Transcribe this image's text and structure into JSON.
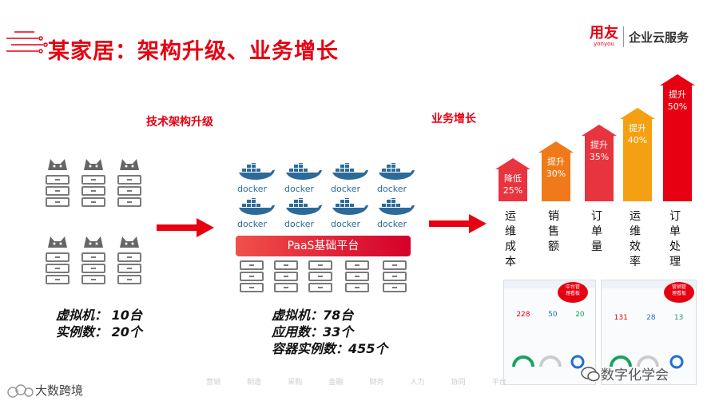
{
  "title": "某家居：架构升级、业务增长",
  "brand": {
    "name": "用友",
    "sub": "yonyou",
    "service": "企业云服务"
  },
  "sections": {
    "tech": "技术架构升级",
    "business": "业务增长"
  },
  "left_stats": [
    "虚拟机：  10台",
    "实例数：  20个"
  ],
  "mid_stats": [
    "虚拟机：78台",
    "应用数：33个",
    "容器实例数：455个"
  ],
  "docker_label": "docker",
  "paas_label": "PaaS基础平台",
  "growth": [
    {
      "badge": [
        "降低",
        "25%"
      ],
      "label": "运维成本",
      "pct": 25,
      "color": "#e8343e"
    },
    {
      "badge": [
        "提升",
        "30%"
      ],
      "label": "销售额",
      "pct": 30,
      "color": "#f07a1a"
    },
    {
      "badge": [
        "提升",
        "35%"
      ],
      "label": "订单量",
      "pct": 35,
      "color": "#e8343e"
    },
    {
      "badge": [
        "提升",
        "40%"
      ],
      "label": "运维效率",
      "pct": 40,
      "color": "#f5a012"
    },
    {
      "badge": [
        "提升",
        "50%"
      ],
      "label": "订单处理",
      "pct": 50,
      "color": "#e60012"
    }
  ],
  "dashboard": {
    "left": {
      "bubble": [
        "中台管",
        "理看板"
      ],
      "nums": [
        "228",
        "50",
        "20"
      ]
    },
    "right": {
      "bubble": [
        "营销管",
        "理看板"
      ],
      "nums": [
        "131",
        "28",
        "13"
      ]
    }
  },
  "bottom_menu": [
    "营销",
    "制造",
    "采购",
    "金融",
    "财务",
    "人力",
    "协同",
    "平台"
  ],
  "watermark_right": "数字化学会",
  "watermark_left": "大数跨境",
  "colors": {
    "accent": "#e60012",
    "docker": "#2d6a99"
  }
}
